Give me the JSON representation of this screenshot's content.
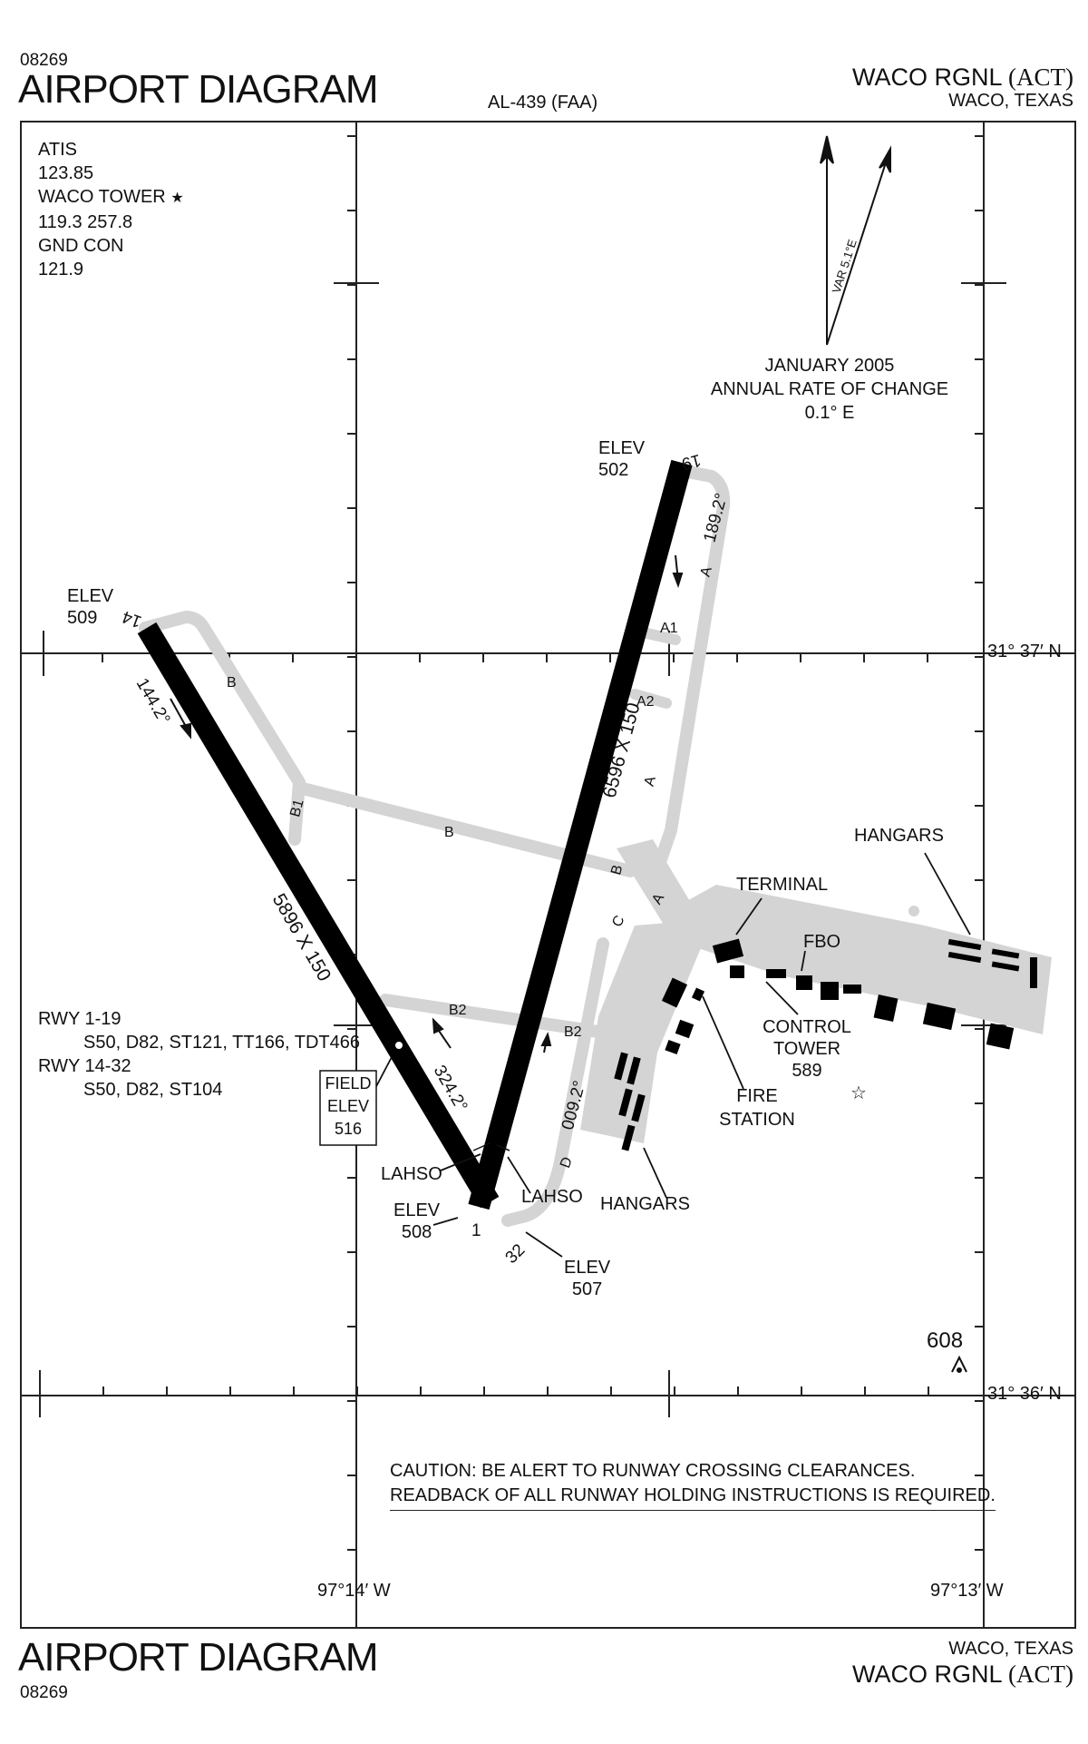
{
  "header": {
    "chart_number": "08269",
    "title": "AIRPORT DIAGRAM",
    "procedure_id": "AL-439 (FAA)",
    "airport_name": "WACO RGNL",
    "airport_code": "(ACT)",
    "location": "WACO, TEXAS"
  },
  "footer": {
    "title": "AIRPORT DIAGRAM",
    "chart_number": "08269",
    "location": "WACO, TEXAS",
    "airport_name": "WACO RGNL",
    "airport_code": "(ACT)"
  },
  "comms": {
    "atis_label": "ATIS",
    "atis_freq": "123.85",
    "tower_label": "WACO TOWER",
    "tower_star": "★",
    "tower_freq": "119.3 257.8",
    "gnd_label": "GND CON",
    "gnd_freq": "121.9"
  },
  "magnetic": {
    "variation": "VAR 5.1°E",
    "date": "JANUARY 2005",
    "rate_label": "ANNUAL RATE OF CHANGE",
    "rate_value": "0.1° E"
  },
  "coordinates": {
    "lat_north": "31° 37′ N",
    "lat_south": "31° 36′ N",
    "lon_west": "97°14′ W",
    "lon_east": "97°13′ W"
  },
  "runways": {
    "rwy_1_19": {
      "end_19": "19",
      "end_1": "1",
      "dims": "6596 X 150",
      "heading_19": "189.2°",
      "heading_1": "009.2°",
      "elev_19_label": "ELEV",
      "elev_19": "502",
      "elev_1_label": "ELEV",
      "elev_1": "508"
    },
    "rwy_14_32": {
      "end_14": "14",
      "end_32": "32",
      "dims": "5896 X 150",
      "heading_14": "144.2°",
      "heading_32": "324.2°",
      "elev_14_label": "ELEV",
      "elev_14": "509",
      "elev_32_label": "ELEV",
      "elev_32": "507"
    }
  },
  "field_elev": {
    "line1": "FIELD",
    "line2": "ELEV",
    "value": "516"
  },
  "taxiways": {
    "A": "A",
    "A1": "A1",
    "A2": "A2",
    "A3": "A",
    "B": "B",
    "B1": "B1",
    "B2": "B2",
    "C": "C",
    "D": "D"
  },
  "facilities": {
    "hangars_ne": "HANGARS",
    "terminal": "TERMINAL",
    "fbo": "FBO",
    "control_tower": "CONTROL",
    "control_tower_2": "TOWER",
    "control_tower_elev": "589",
    "fire_station_1": "FIRE",
    "fire_station_2": "STATION",
    "hangars_s": "HANGARS",
    "lahso_1": "LAHSO",
    "lahso_2": "LAHSO",
    "obstacle": "608"
  },
  "runway_strength": {
    "rwy1": "RWY 1-19",
    "rwy1_values": "S50, D82, ST121, TT166, TDT466",
    "rwy2": "RWY 14-32",
    "rwy2_values": "S50, D82, ST104"
  },
  "caution": {
    "line1": "CAUTION:  BE ALERT TO RUNWAY CROSSING CLEARANCES.",
    "line2": "READBACK OF ALL RUNWAY HOLDING INSTRUCTIONS IS REQUIRED."
  },
  "colors": {
    "runway": "#000000",
    "taxiway": "#d4d4d4",
    "ink": "#111111"
  }
}
